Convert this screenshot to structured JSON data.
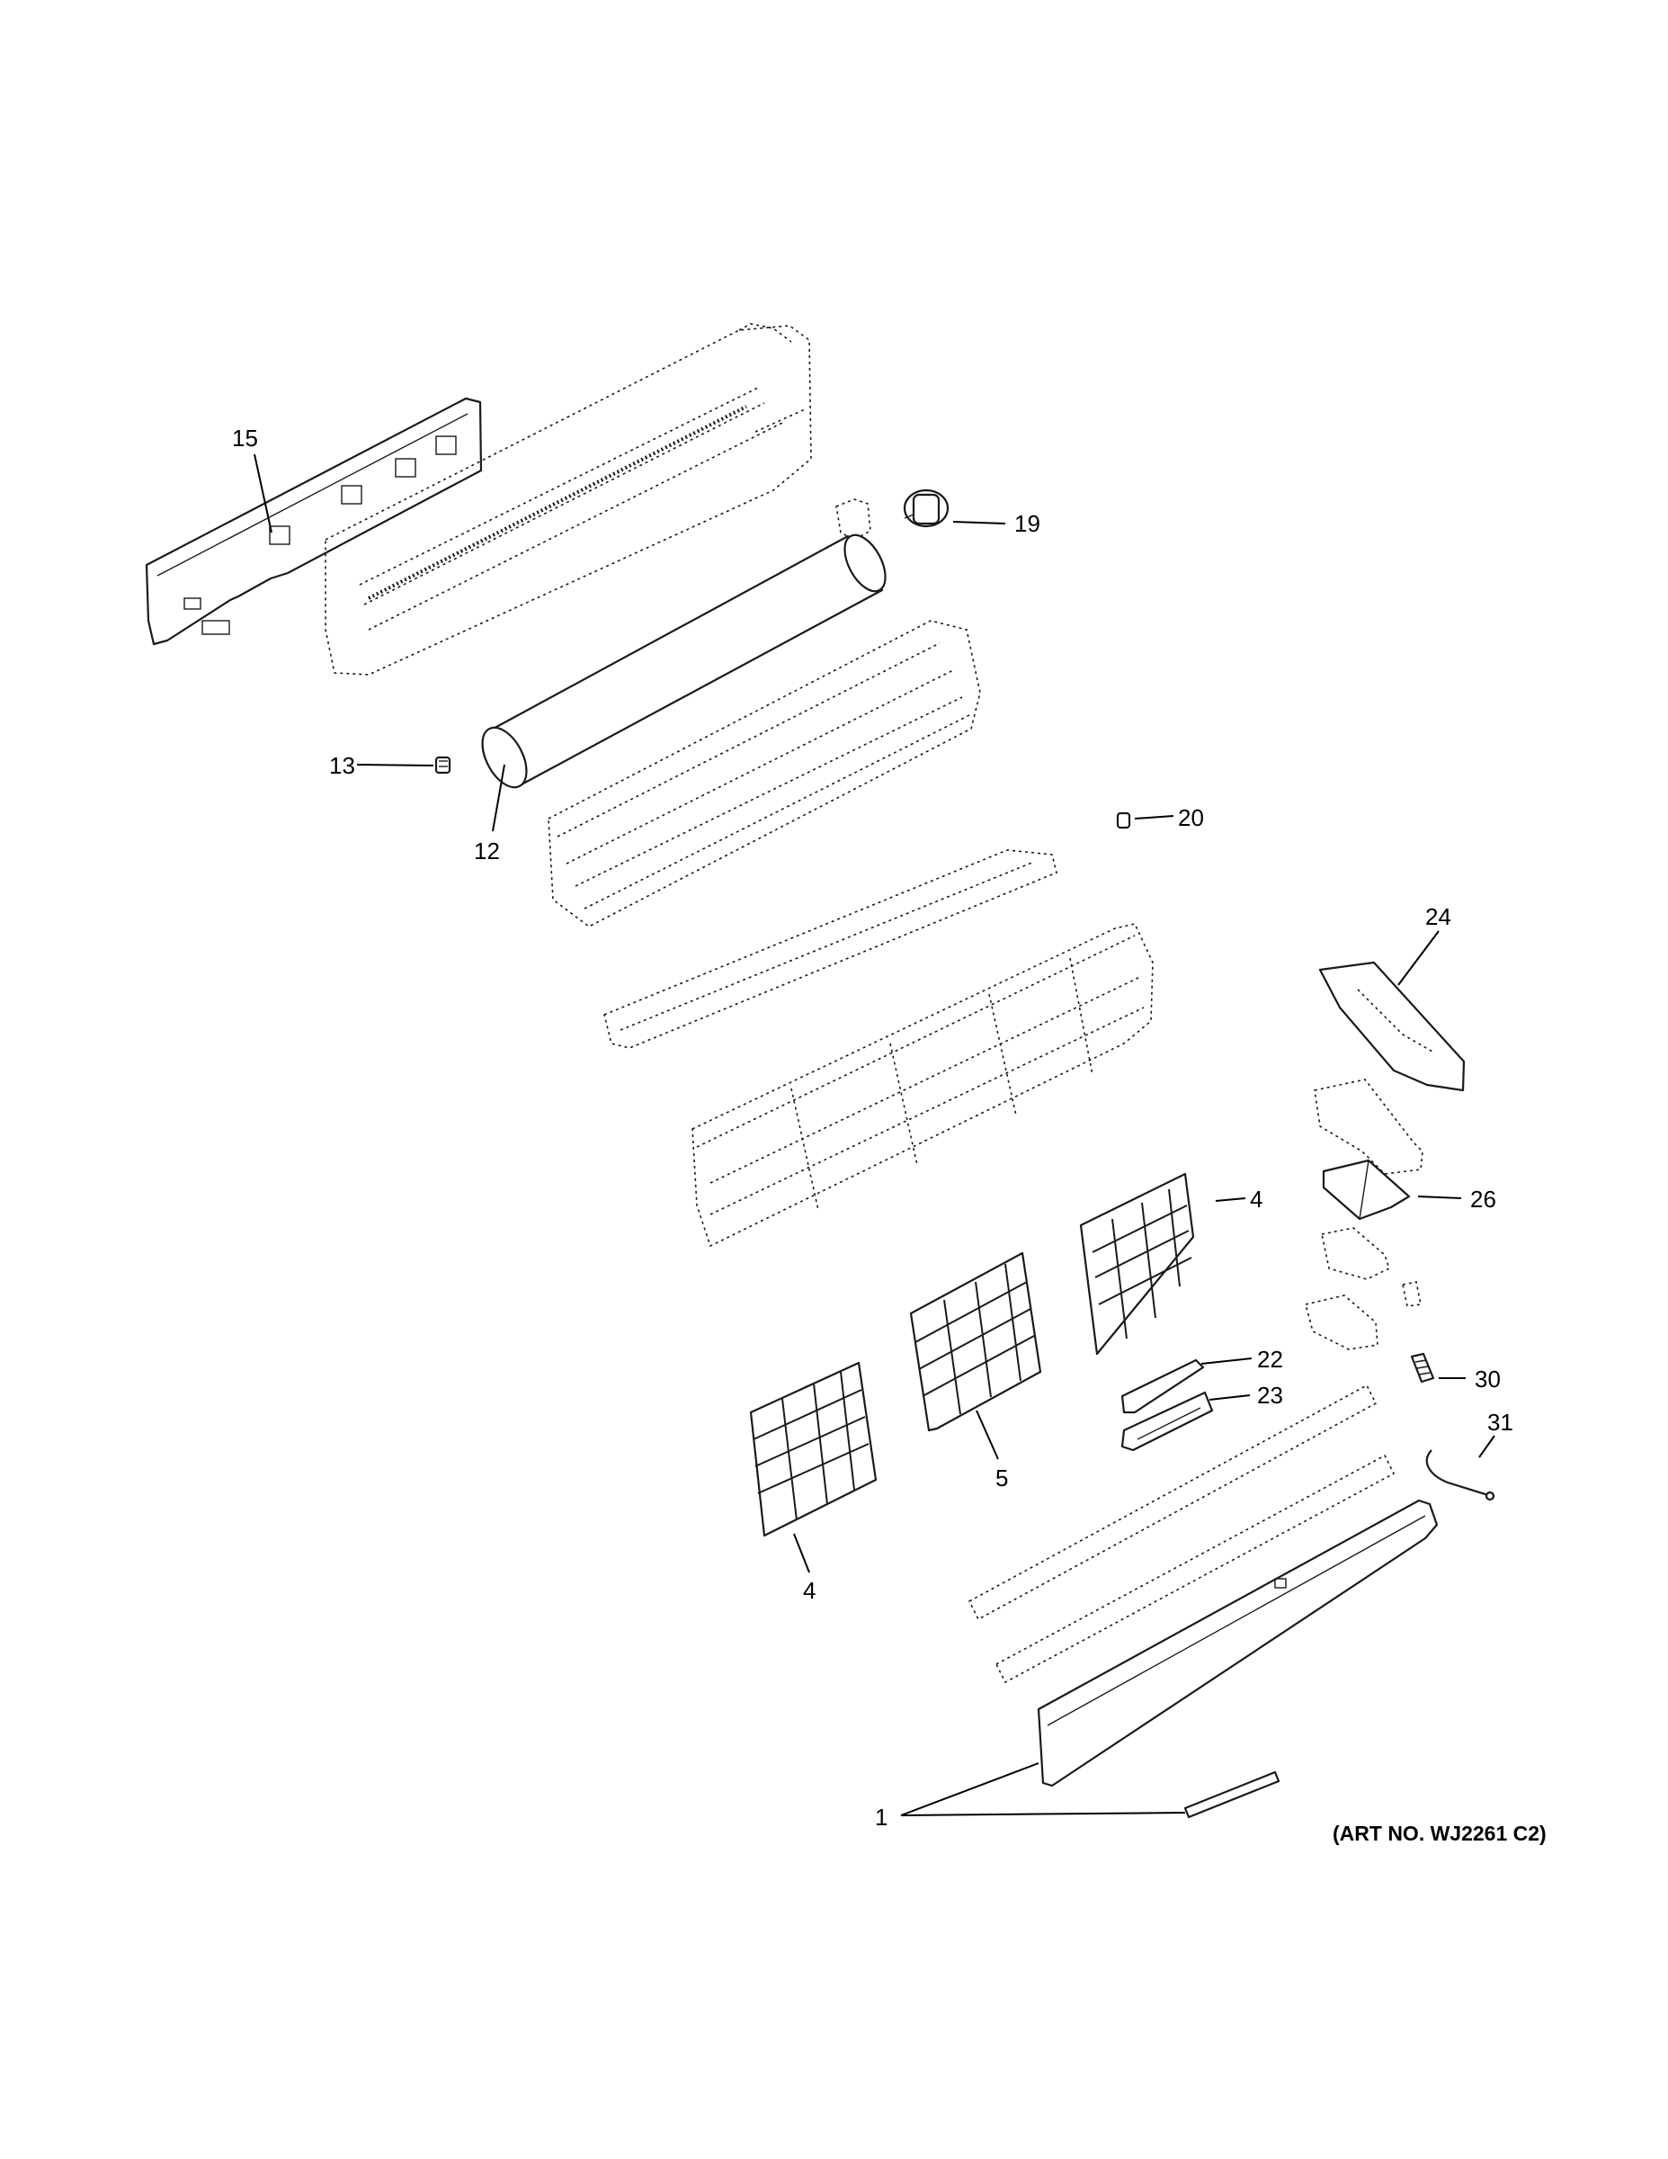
{
  "callouts": [
    "15",
    "19",
    "13",
    "12",
    "20",
    "24",
    "26",
    "4",
    "22",
    "23",
    "5",
    "30",
    "31",
    "4",
    "1"
  ],
  "art_number": "(ART NO. WJ2261 C2)"
}
